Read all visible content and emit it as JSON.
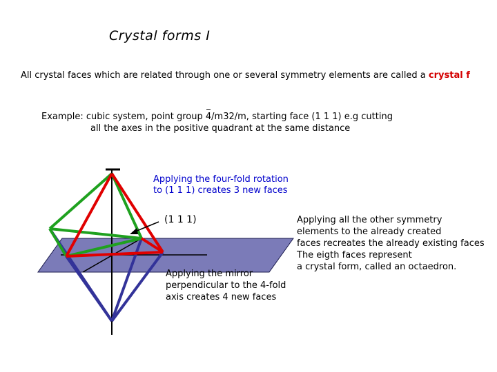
{
  "title": "Crystal forms I",
  "intro": {
    "text": "All crystal faces which are related through one or several  symmetry elements are called a ",
    "highlight": "crystal f"
  },
  "example": {
    "line1_a": "Example:  cubic system, point group ",
    "line1_bar": "4",
    "line1_b": "/m32/m, starting face (1 1 1) e.g cutting",
    "line2": "all the axes in the positive quadrant at the same distance"
  },
  "diagram": {
    "rotation_note": [
      "Applying the four-fold rotation",
      "to (1 1 1) creates 3 new faces"
    ],
    "face_label": "(1 1 1)",
    "mirror_note": [
      "Applying the mirror",
      "perpendicular to the 4-fold",
      "axis creates 4 new faces"
    ],
    "other_note": [
      "Applying all the other symmetry",
      "elements to the already created",
      "faces recreates the already existing faces",
      "The eigth faces represent",
      "a crystal form, called an octaedron."
    ],
    "colors": {
      "plane_fill": "#7b7bb8",
      "axis": "#000000",
      "green": "#1fa11f",
      "red": "#e00000",
      "navy": "#333399",
      "note_text": "#0000cc"
    }
  }
}
